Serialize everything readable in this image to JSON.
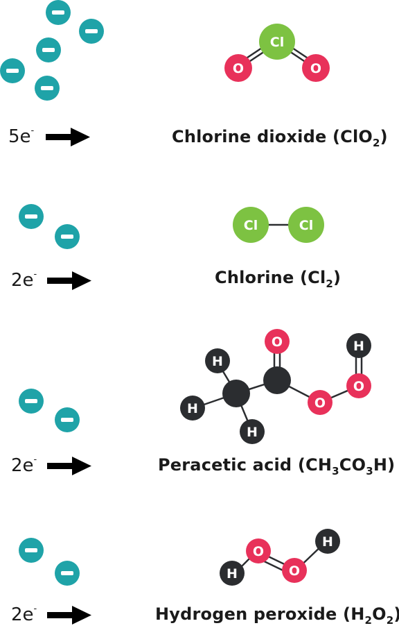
{
  "colors": {
    "electron": "#1fa3a8",
    "oxygen": "#e8315a",
    "chlorine": "#7dc242",
    "hydrogen": "#2b2d30",
    "carbon": "#2b2d30",
    "bond": "#2b2d30",
    "text": "#1a1a1a"
  },
  "rows": [
    {
      "id": "chlorine-dioxide",
      "electron_count": "5e",
      "electron_superscript": "-",
      "name_prefix": "Chlorine dioxide (ClO",
      "name_sub": "2",
      "name_suffix": ")",
      "atoms": {
        "cl": "Cl",
        "o1": "O",
        "o2": "O"
      }
    },
    {
      "id": "chlorine",
      "electron_count": "2e",
      "electron_superscript": "-",
      "name_prefix": "Chlorine (Cl",
      "name_sub": "2",
      "name_suffix": ")",
      "atoms": {
        "cl1": "Cl",
        "cl2": "Cl"
      }
    },
    {
      "id": "peracetic-acid",
      "electron_count": "2e",
      "electron_superscript": "-",
      "name_prefix": "Peracetic acid (CH",
      "name_sub": "3",
      "name_mid": "CO",
      "name_sub2": "3",
      "name_suffix": "H)",
      "atoms": {
        "h1": "H",
        "h2": "H",
        "h3": "H",
        "o1": "O",
        "o2": "O",
        "o3": "O",
        "h4": "H"
      }
    },
    {
      "id": "hydrogen-peroxide",
      "electron_count": "2e",
      "electron_superscript": "-",
      "name_prefix": "Hydrogen peroxide (H",
      "name_sub": "2",
      "name_mid": "O",
      "name_sub2": "2",
      "name_suffix": ")",
      "atoms": {
        "h1": "H",
        "o1": "O",
        "o2": "O",
        "h2": "H"
      }
    }
  ]
}
